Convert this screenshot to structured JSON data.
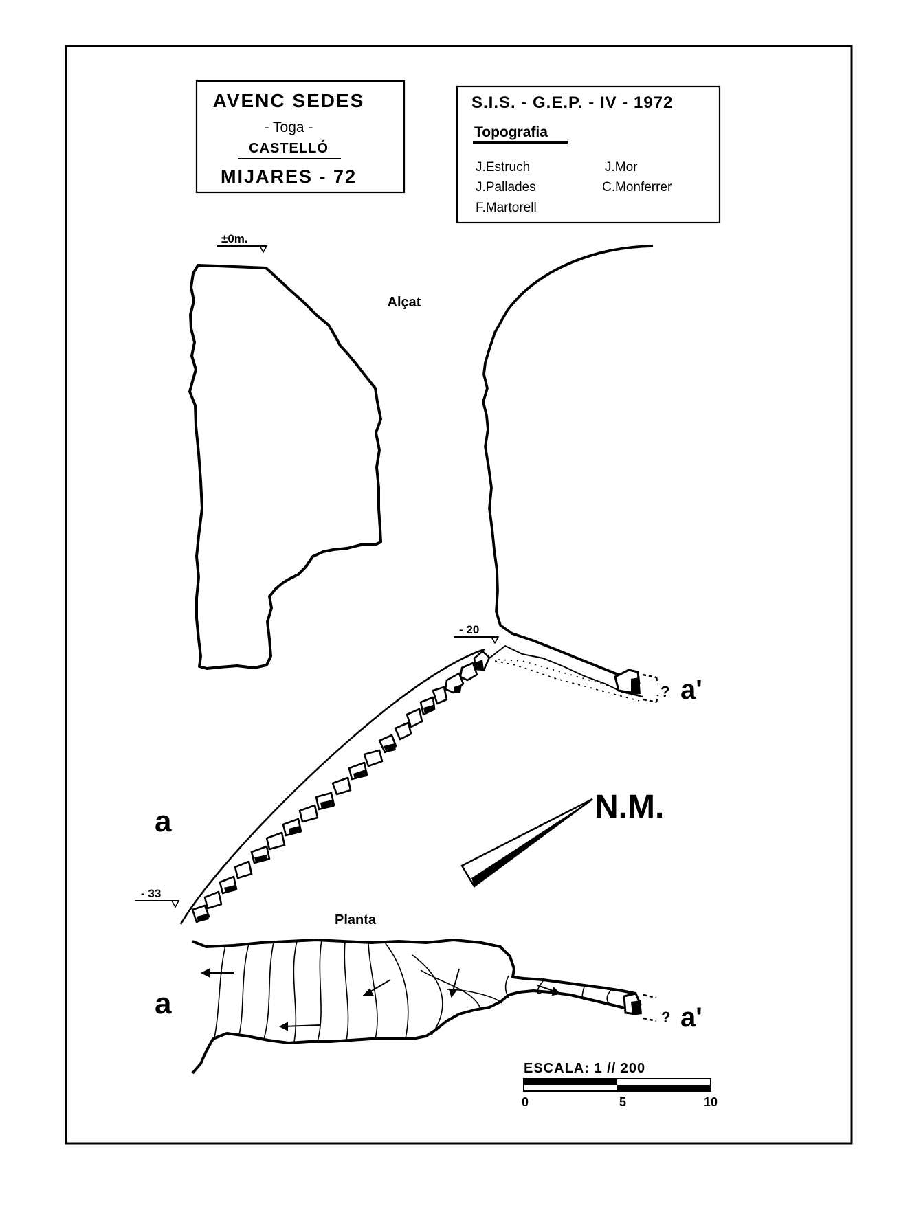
{
  "title_box": {
    "name": "AVENC SEDES",
    "municipality": "- Toga -",
    "province": "CASTELLÓ",
    "campaign": "MIJARES - 72"
  },
  "credits_box": {
    "group": "S.I.S. - G.E.P. - IV - 1972",
    "heading": "Topografia",
    "surveyors": [
      "J.Estruch",
      "J.Mor",
      "J.Pallades",
      "C.Monferrer",
      "F.Martorell"
    ]
  },
  "elevation": {
    "label": "Alçat",
    "depth_top": "±0m.",
    "depth_mid": "- 20",
    "depth_bottom": "- 33",
    "end_left": "a",
    "end_right": "a'",
    "unknown_mark": "?"
  },
  "plan": {
    "label": "Planta",
    "end_left": "a",
    "end_right": "a'",
    "unknown_mark": "?"
  },
  "north_arrow": {
    "label": "N.M.",
    "icon": "magnetic-north-arrow-icon"
  },
  "scale_bar": {
    "label": "ESCALA: 1 // 200",
    "ticks": [
      "0",
      "5",
      "10"
    ]
  },
  "colors": {
    "ink": "#000000",
    "paper": "#ffffff"
  }
}
